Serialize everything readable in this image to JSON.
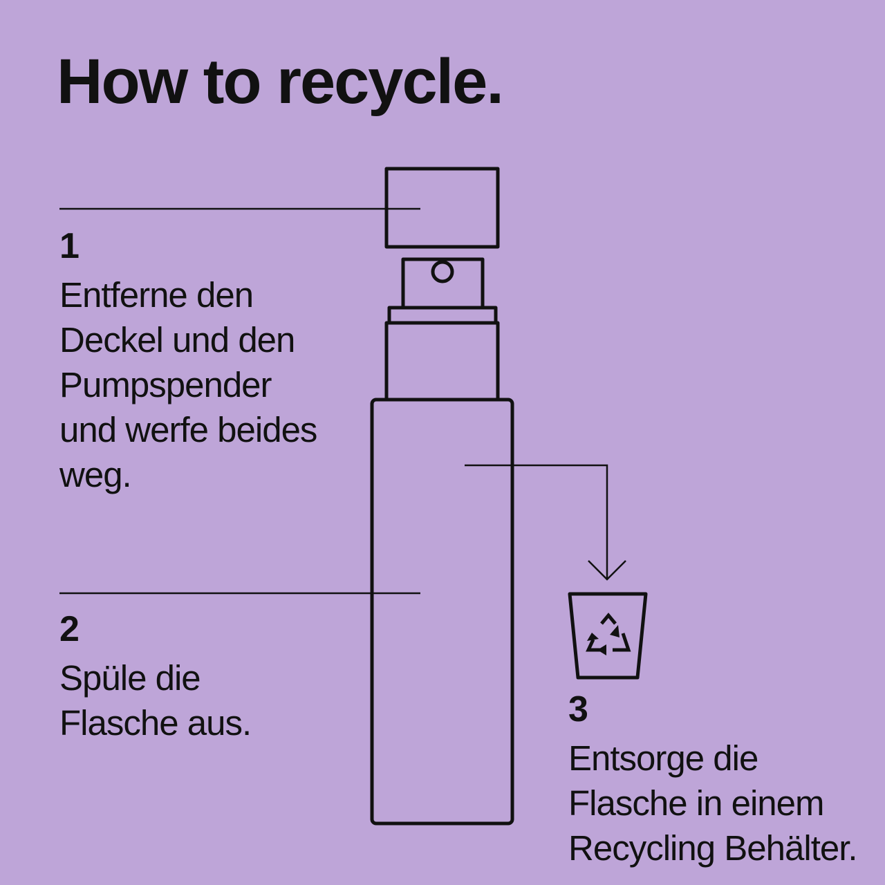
{
  "title": "How to recycle.",
  "steps": [
    {
      "number": "1",
      "text": "Entferne den\nDeckel und den\nPumpspender\nund werfe beides\nweg."
    },
    {
      "number": "2",
      "text": "Spüle die\nFlasche aus."
    },
    {
      "number": "3",
      "text": "Entsorge die\nFlasche in einem\nRecycling Behälter."
    }
  ],
  "colors": {
    "background": "#bea5d8",
    "ink": "#111111"
  },
  "icons": {
    "bin": "recycling-bin-icon",
    "recycle": "recycle-symbol-icon",
    "arrow": "arrow-down-icon"
  }
}
